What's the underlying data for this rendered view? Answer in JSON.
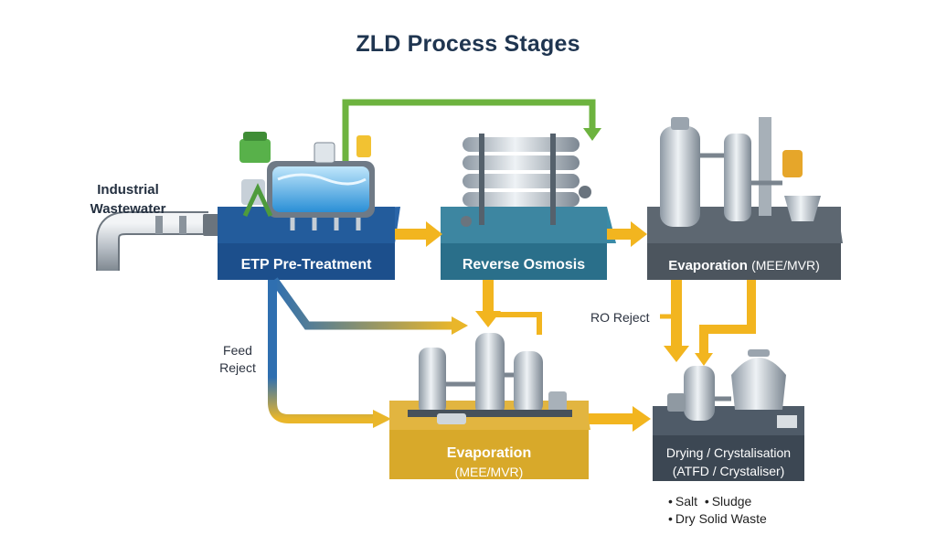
{
  "title": "ZLD Process Stages",
  "input": {
    "line1": "Industrial",
    "line2": "Wastewater"
  },
  "stages": {
    "etp": {
      "label": "ETP Pre-Treatment"
    },
    "ro": {
      "label": "Reverse Osmosis"
    },
    "evap_top": {
      "label": "Evaporation",
      "sub": "(MEE/MVR)"
    },
    "evap_bottom": {
      "label": "Evaporation",
      "sub": "(MEE/MVR)"
    },
    "drying": {
      "line1": "Drying / Crystalisation",
      "line2": "(ATFD / Crystaliser)"
    }
  },
  "flow_labels": {
    "ro_reject": "RO Reject",
    "feed_reject_1": "Feed",
    "feed_reject_2": "Reject"
  },
  "outputs": {
    "bullet": "•",
    "item1": "Salt",
    "item2": "Sludge",
    "item3": "Dry Solid Waste"
  },
  "colors": {
    "flow_arrow": "#f2b51f",
    "bypass_arrow": "#6db33f",
    "blue_flow": "#2f6fb0",
    "etp_box": "#1c4f8c",
    "ro_box": "#2a6f8a",
    "evap_top_box": "#4c555e",
    "evap_bottom_box": "#d8a92a",
    "drying_box": "#3c4753",
    "title": "#1f3550"
  },
  "icons": [
    "pipe-icon",
    "tank-icon",
    "membrane-rack-icon",
    "evaporator-icon",
    "dryer-icon"
  ]
}
